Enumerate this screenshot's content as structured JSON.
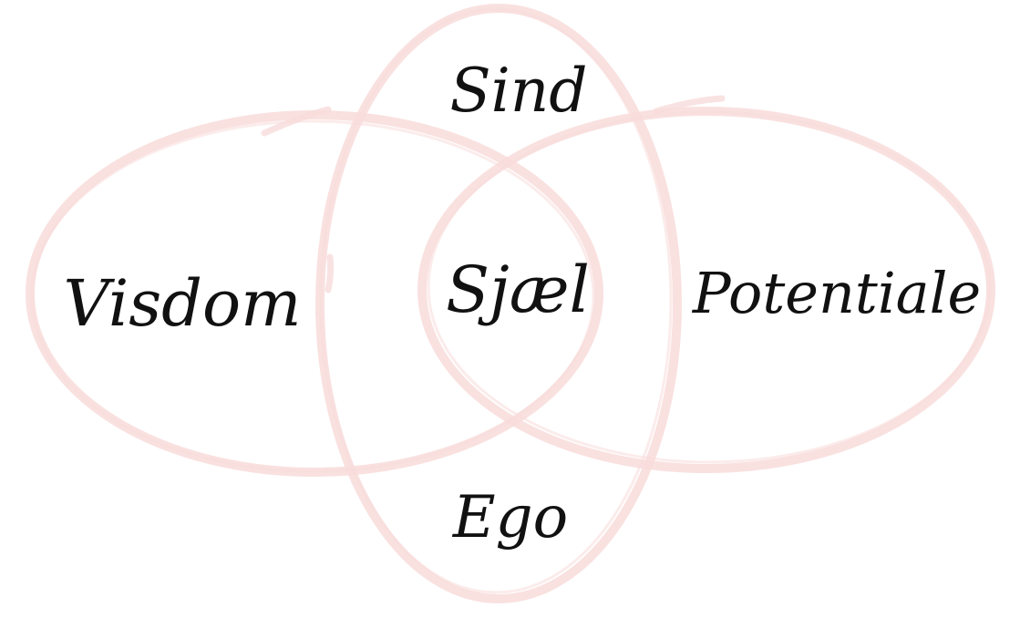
{
  "diagram": {
    "ring_color": "#f8dcdb",
    "labels": {
      "sind": "Sind",
      "visdom": "Visdom",
      "sjael": "Sjæl",
      "potentiale": "Potentiale",
      "ego": "Ego"
    }
  }
}
